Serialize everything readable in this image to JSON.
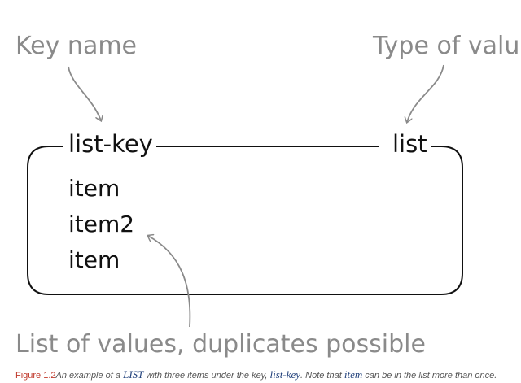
{
  "annotations": {
    "key_name": "Key name",
    "type_of_values": "Type of valu",
    "list_of_values": "List of values, duplicates possible"
  },
  "box": {
    "key_label": "list-key",
    "type_label": "list",
    "items": [
      "item",
      "item2",
      "item"
    ]
  },
  "caption": {
    "figure": "Figure 1.2",
    "part1": "An example of a ",
    "code1": "LIST",
    "part2": " with three items under the key, ",
    "code2": "list-key",
    "part3": ". Note that ",
    "code3": "item",
    "part4": " can be in the list more than once."
  },
  "colors": {
    "annotation": "#8a8a8a",
    "border": "#111111",
    "caption_figure": "#c0392b"
  }
}
